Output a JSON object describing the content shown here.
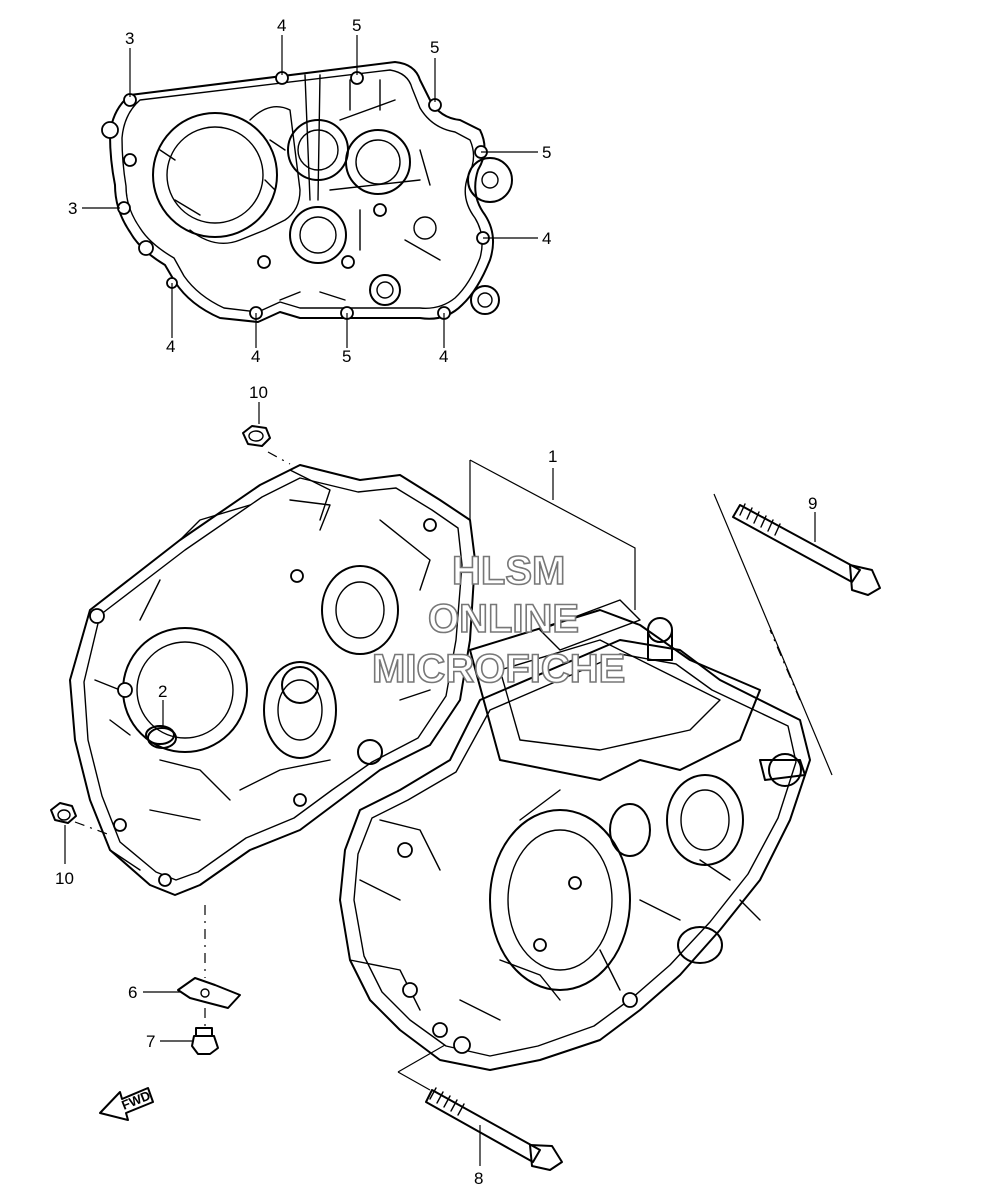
{
  "callouts": {
    "c3a": "3",
    "c3b": "3",
    "c4a": "4",
    "c4b": "4",
    "c4c": "4",
    "c4d": "4",
    "c4e": "4",
    "c5a": "5",
    "c5b": "5",
    "c5c": "5",
    "c5d": "5",
    "c10a": "10",
    "c10b": "10",
    "c1": "1",
    "c2": "2",
    "c6": "6",
    "c7": "7",
    "c8": "8",
    "c9": "9"
  },
  "watermark": {
    "line1": "HLSM",
    "line2": "ONLINE",
    "line3": "MICROFICHE"
  },
  "fwd_label": "FWD"
}
